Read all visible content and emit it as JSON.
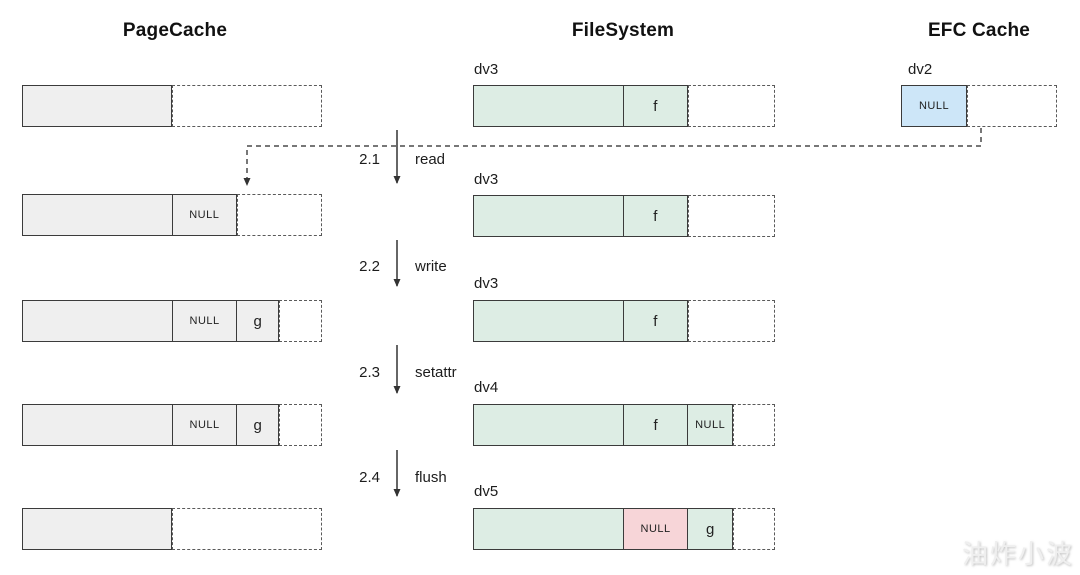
{
  "titles": {
    "pagecache": "PageCache",
    "filesystem": "FileSystem",
    "efc": "EFC Cache"
  },
  "steps": [
    {
      "num": "2.1",
      "action": "read"
    },
    {
      "num": "2.2",
      "action": "write"
    },
    {
      "num": "2.3",
      "action": "setattr"
    },
    {
      "num": "2.4",
      "action": "flush"
    }
  ],
  "pagecache": {
    "row2": {
      "cell1": "NULL"
    },
    "row3": {
      "cell1": "NULL",
      "cell2": "g"
    },
    "row4": {
      "cell1": "NULL",
      "cell2": "g"
    }
  },
  "filesystem": {
    "rows": [
      {
        "label": "dv3",
        "cell1": "f"
      },
      {
        "label": "dv3",
        "cell1": "f"
      },
      {
        "label": "dv3",
        "cell1": "f"
      },
      {
        "label": "dv4",
        "cell1": "f",
        "cell2": "NULL"
      },
      {
        "label": "dv5",
        "cell1": "NULL",
        "cell2": "g"
      }
    ]
  },
  "efc": {
    "label": "dv2",
    "cell": "NULL"
  },
  "watermark": "油炸小波",
  "colors": {
    "pagecache_fill": "#efefef",
    "filesystem_fill": "#ddede4",
    "efc_fill": "#cde6f8",
    "flush_null_fill": "#f7d5d8",
    "line": "#333333"
  }
}
